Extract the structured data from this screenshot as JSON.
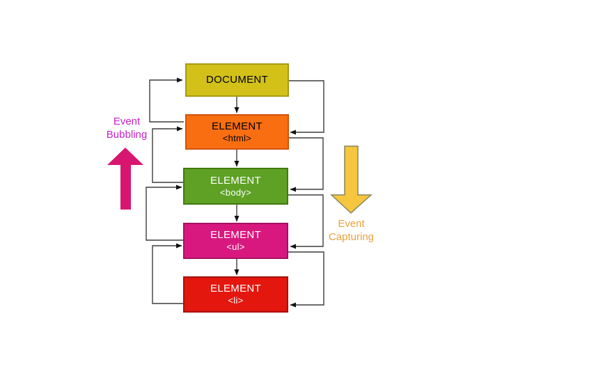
{
  "diagram": {
    "nodes": [
      {
        "label": "DOCUMENT",
        "tag": "",
        "fill": "#d3c11a",
        "border": "#a89a14",
        "text_color": "#000000"
      },
      {
        "label": "ELEMENT",
        "tag": "<html>",
        "fill": "#f96e10",
        "border": "#ce5509",
        "text_color": "#000000"
      },
      {
        "label": "ELEMENT",
        "tag": "<body>",
        "fill": "#5ea125",
        "border": "#44790f",
        "text_color": "#ffffff"
      },
      {
        "label": "ELEMENT",
        "tag": "<ul>",
        "fill": "#d9187f",
        "border": "#a31260",
        "text_color": "#ffffff"
      },
      {
        "label": "ELEMENT",
        "tag": "<li>",
        "fill": "#e3170e",
        "border": "#ab1007",
        "text_color": "#ffffff"
      }
    ],
    "bubbling": {
      "line1": "Event",
      "line2": "Bubbling",
      "text_color": "#cc22cc",
      "arrow_fill": "#d81670"
    },
    "capturing": {
      "line1": "Event",
      "line2": "Capturing",
      "text_color": "#e8a33d",
      "arrow_fill": "#f5c63e",
      "arrow_border": "#86865e"
    },
    "wire_color": "#3d3d3d",
    "arrowhead_color": "#111111"
  }
}
